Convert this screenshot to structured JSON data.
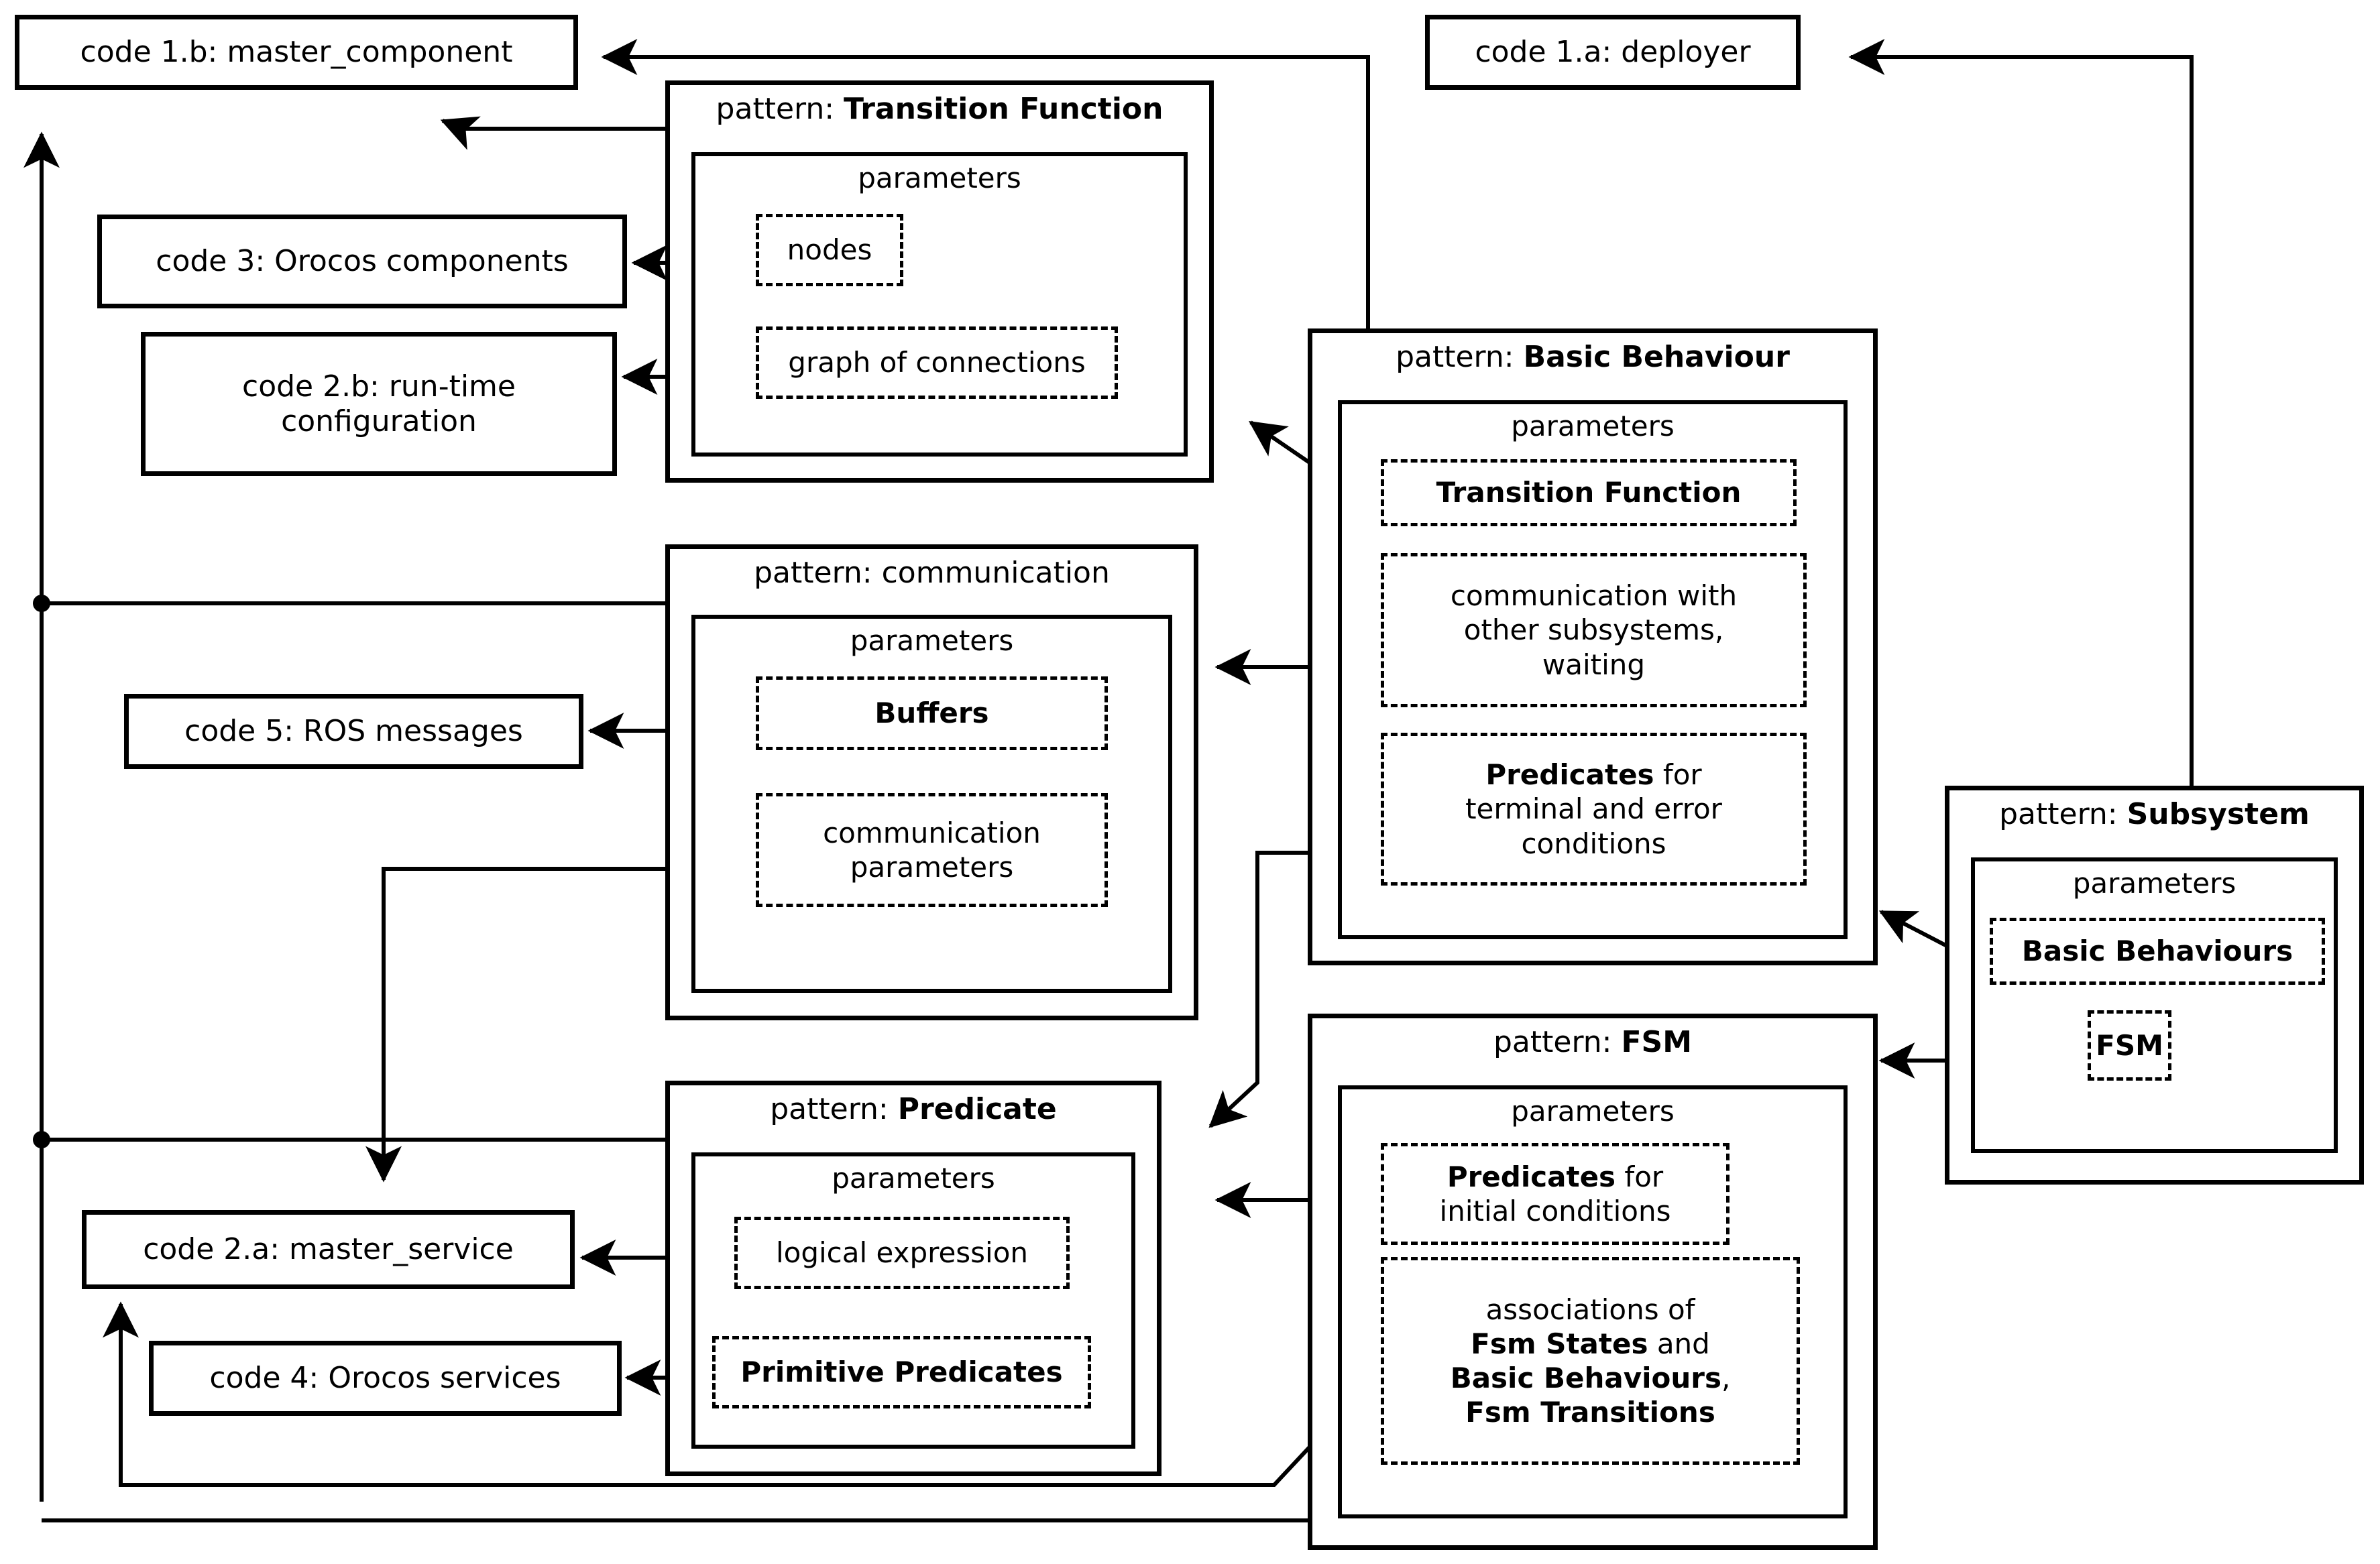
{
  "diagram": {
    "title": "Robot control system patterns and generated code",
    "style": {
      "line_color": "#000000",
      "background": "#ffffff",
      "box_fill": "#ffffff"
    }
  },
  "code_boxes": [
    {
      "id": "code_1b",
      "label": "code 1.b: master_component"
    },
    {
      "id": "code_1a",
      "label": "code 1.a: deployer"
    },
    {
      "id": "code_3",
      "label": "code 3: Orocos components"
    },
    {
      "id": "code_2b",
      "label": "code 2.b: run-time configuration"
    },
    {
      "id": "code_5",
      "label": "code 5: ROS messages"
    },
    {
      "id": "code_2a",
      "label": "code 2.a: master_service"
    },
    {
      "id": "code_4",
      "label": "code 4: Orocos services"
    }
  ],
  "patterns": [
    {
      "id": "transition_function",
      "title_prefix": "pattern: ",
      "title_name": "Transition Function",
      "title_bold": true,
      "params_label": "parameters",
      "params": [
        {
          "id": "nodes",
          "text": "nodes",
          "bold": false
        },
        {
          "id": "graph_of_connections",
          "text": "graph of connections",
          "bold": false
        }
      ]
    },
    {
      "id": "communication",
      "title_prefix": "pattern: ",
      "title_name": "communication",
      "title_bold": false,
      "params_label": "parameters",
      "params": [
        {
          "id": "buffers",
          "text": "Buffers",
          "bold": true
        },
        {
          "id": "communication_parameters",
          "text": "communication parameters",
          "bold": false
        }
      ]
    },
    {
      "id": "predicate",
      "title_prefix": "pattern: ",
      "title_name": "Predicate",
      "title_bold": true,
      "params_label": "parameters",
      "params": [
        {
          "id": "logical_expression",
          "text": "logical expression",
          "bold": false
        },
        {
          "id": "primitive_predicates",
          "text": "Primitive Predicates",
          "bold": true
        }
      ]
    },
    {
      "id": "basic_behaviour",
      "title_prefix": "pattern: ",
      "title_name": "Basic Behaviour",
      "title_bold": true,
      "params_label": "parameters",
      "params": [
        {
          "id": "bb_transition_function",
          "text": "Transition Function",
          "bold": true
        },
        {
          "id": "bb_communication",
          "text": "communication with other subsystems, waiting",
          "bold": false
        },
        {
          "id": "bb_predicates",
          "text_bold": "Predicates",
          "text_rest": " for terminal and error conditions"
        }
      ]
    },
    {
      "id": "fsm",
      "title_prefix": "pattern: ",
      "title_name": "FSM",
      "title_bold": true,
      "params_label": "parameters",
      "params": [
        {
          "id": "fsm_predicates",
          "text_bold": "Predicates",
          "text_rest": " for initial conditions"
        },
        {
          "id": "fsm_associations",
          "text": "associations of Fsm States and Basic Behaviours, Fsm Transitions"
        }
      ]
    },
    {
      "id": "subsystem",
      "title_prefix": "pattern: ",
      "title_name": "Subsystem",
      "title_bold": true,
      "params_label": "parameters",
      "params": [
        {
          "id": "sub_basic_behaviours",
          "text": "Basic Behaviours",
          "bold": true
        },
        {
          "id": "sub_fsm",
          "text": "FSM",
          "bold": true
        }
      ]
    }
  ],
  "labels": {
    "parameters": "parameters",
    "pattern_prefix": "pattern: ",
    "tf_title": "Transition Function",
    "comm_title": "communication",
    "pred_title": "Predicate",
    "bb_title": "Basic Behaviour",
    "fsm_title": "FSM",
    "sub_title": "Subsystem",
    "nodes": "nodes",
    "graph_of_connections": "graph of connections",
    "buffers": "Buffers",
    "communication_parameters_l1": "communication",
    "communication_parameters_l2": "parameters",
    "logical_expression": "logical expression",
    "primitive_predicates": "Primitive Predicates",
    "bb_transition_function": "Transition Function",
    "bb_comm_l1": "communication with",
    "bb_comm_l2": "other subsystems,",
    "bb_comm_l3": "waiting",
    "predicates_word": "Predicates",
    "bb_pred_rest_l1": " for",
    "bb_pred_l2": "terminal and error",
    "bb_pred_l3": "conditions",
    "fsm_pred_rest_l1": " for",
    "fsm_pred_l2": "initial conditions",
    "assoc_l1": "associations of",
    "assoc_l2_b": "Fsm States",
    "assoc_l2_r": " and",
    "assoc_l3_b": "Basic Behaviours",
    "assoc_l3_r": ",",
    "assoc_l4_b": "Fsm Transitions",
    "sub_basic_behaviours": "Basic Behaviours",
    "sub_fsm": "FSM",
    "code_1b": "code 1.b: master_component",
    "code_1a": "code 1.a: deployer",
    "code_3": "code 3: Orocos components",
    "code_2b_l1": "code 2.b: run-time",
    "code_2b_l2": "configuration",
    "code_5": "code 5: ROS messages",
    "code_2a": "code 2.a: master_service",
    "code_4": "code 4: Orocos services"
  },
  "connections": [
    {
      "id": "nodes-to-code3",
      "from": "nodes",
      "to": "code_3"
    },
    {
      "id": "graph-to-code2b",
      "from": "graph_of_connections",
      "to": "code_2b"
    },
    {
      "id": "buffers-to-code5",
      "from": "buffers",
      "to": "code_5"
    },
    {
      "id": "commparams-to-code2a",
      "from": "communication_parameters",
      "to": "code_2a"
    },
    {
      "id": "logicalexpr-to-code2a",
      "from": "logical_expression",
      "to": "code_2a"
    },
    {
      "id": "primpred-to-code4",
      "from": "primitive_predicates",
      "to": "code_4"
    },
    {
      "id": "bbtf-to-transitionfunction",
      "from": "bb_transition_function",
      "to": "transition_function"
    },
    {
      "id": "bbcomm-to-communication",
      "from": "bb_communication",
      "to": "communication"
    },
    {
      "id": "bbpred-to-predicate",
      "from": "bb_predicates",
      "to": "predicate"
    },
    {
      "id": "fsmpred-to-predicate",
      "from": "fsm_predicates",
      "to": "predicate"
    },
    {
      "id": "fsmassoc-to-code2a",
      "from": "fsm_associations",
      "to": "code_2a"
    },
    {
      "id": "subbb-to-basicbehaviour",
      "from": "sub_basic_behaviours",
      "to": "basic_behaviour"
    },
    {
      "id": "subfsm-to-fsm",
      "from": "sub_fsm",
      "to": "fsm"
    },
    {
      "id": "subsystem-to-code1a",
      "from": "subsystem",
      "to": "code_1a"
    },
    {
      "id": "basicbehaviour-to-code1b",
      "from": "basic_behaviour",
      "to": "code_1b"
    },
    {
      "id": "transitionfunction-to-code1b",
      "from": "transition_function",
      "to": "code_1b"
    },
    {
      "id": "communication-to-code1b",
      "from": "communication",
      "to": "code_1b"
    },
    {
      "id": "predicate-to-code1b",
      "from": "predicate",
      "to": "code_1b"
    },
    {
      "id": "fsm-to-code2a",
      "from": "fsm",
      "to": "code_2a"
    }
  ]
}
